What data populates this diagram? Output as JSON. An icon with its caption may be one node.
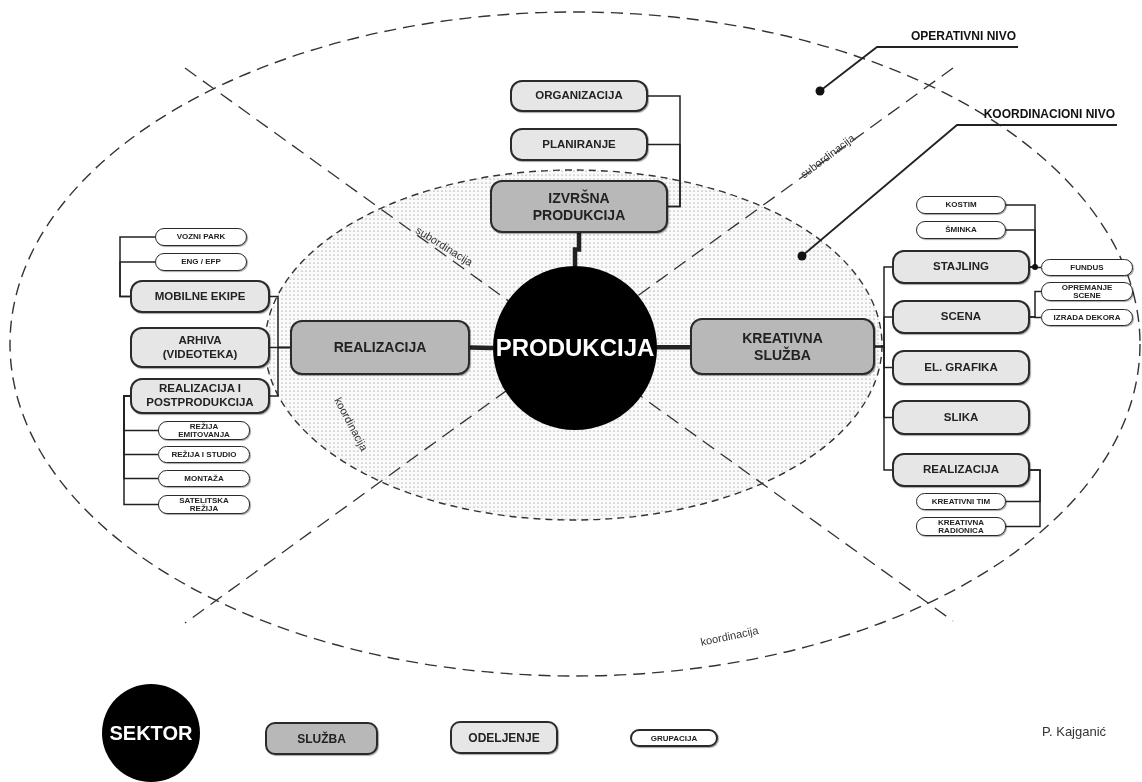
{
  "diagram": {
    "nodes": [
      {
        "text": [],
        "shape": "ellipse"
      },
      {
        "text": [
          "OPERATIVNI NIVO"
        ]
      },
      {
        "text": [
          "KOORDINACIONI NIVO"
        ]
      },
      {
        "text": [],
        "shape": "ellipse",
        "in": 0
      },
      {
        "text": [
          "ORGANIZACIJA"
        ],
        "in": 0
      },
      {
        "text": [
          "PLANIRANJE"
        ],
        "in": 0
      },
      {
        "text": [
          "IZVRŠNA PRODUKCIJA"
        ],
        "in": 3
      },
      {
        "text": [
          "VOZNI PARK"
        ],
        "in": 0
      },
      {
        "text": [
          "ENG / EFP"
        ],
        "in": 0
      },
      {
        "text": [
          "MOBILNE EKIPE"
        ],
        "in": 0
      },
      {
        "text": [
          "ARHIVA (VIDEOTEKA)"
        ],
        "in": 0
      },
      {
        "text": [
          "REALIZACIJA I POSTPRODUKCIJA"
        ],
        "in": 0
      },
      {
        "text": [
          "REŽIJA EMITOVANJA"
        ],
        "in": 0
      },
      {
        "text": [
          "REŽIJA I STUDIO"
        ],
        "in": 0
      },
      {
        "text": [
          "MONTAŽA"
        ],
        "in": 0
      },
      {
        "text": [
          "SATELITSKA REŽIJA"
        ],
        "in": 0
      },
      {
        "text": [
          "REALIZACIJA"
        ],
        "in": 3
      },
      {
        "text": [
          "PRODUKCIJA"
        ],
        "in": 3
      },
      {
        "text": [
          "KREATIVNA SLUŽBA"
        ],
        "in": 3
      },
      {
        "text": [
          "KOSTIM"
        ],
        "in": 0
      },
      {
        "text": [
          "ŠMINKA"
        ],
        "in": 0
      },
      {
        "text": [
          "STAJLING"
        ],
        "in": 0
      },
      {
        "text": [
          "FUNDUS"
        ],
        "in": 0
      },
      {
        "text": [
          "OPREMANJE SCENE"
        ],
        "in": 0
      },
      {
        "text": [
          "SCENA"
        ],
        "in": 0
      },
      {
        "text": [
          "IZRADA DEKORA"
        ],
        "in": 0
      },
      {
        "text": [
          "EL. GRAFIKA"
        ],
        "in": 0
      },
      {
        "text": [
          "SLIKA"
        ],
        "in": 0
      },
      {
        "text": [
          "REALIZACIJA"
        ],
        "in": 0
      },
      {
        "text": [
          "KREATIVNI TIM"
        ],
        "in": 0
      },
      {
        "text": [
          "KREATIVNA RADIONICA"
        ],
        "in": 0
      }
    ],
    "edges": [
      {
        "from": 1,
        "to": 0,
        "arrow": "other"
      },
      {
        "from": 2,
        "to": 3,
        "arrow": "other"
      },
      {
        "from": 4,
        "to": 6,
        "arrow": "none"
      },
      {
        "from": 5,
        "to": 6,
        "arrow": "none"
      },
      {
        "from": 6,
        "to": 17,
        "arrow": "none",
        "style": "thick"
      },
      {
        "from": 16,
        "to": 17,
        "arrow": "none",
        "style": "thick"
      },
      {
        "from": 17,
        "to": 18,
        "arrow": "none",
        "style": "thick"
      },
      {
        "from": 7,
        "to": 9,
        "arrow": "none"
      },
      {
        "from": 8,
        "to": 9,
        "arrow": "none"
      },
      {
        "from": 9,
        "to": 16,
        "arrow": "none"
      },
      {
        "from": 10,
        "to": 16,
        "arrow": "none"
      },
      {
        "from": 11,
        "to": 16,
        "arrow": "none"
      },
      {
        "from": 11,
        "to": 12,
        "arrow": "none"
      },
      {
        "from": 11,
        "to": 13,
        "arrow": "none"
      },
      {
        "from": 11,
        "to": 14,
        "arrow": "none"
      },
      {
        "from": 11,
        "to": 15,
        "arrow": "none"
      },
      {
        "from": 18,
        "to": 21,
        "arrow": "none"
      },
      {
        "from": 18,
        "to": 24,
        "arrow": "none"
      },
      {
        "from": 18,
        "to": 26,
        "arrow": "none"
      },
      {
        "from": 18,
        "to": 27,
        "arrow": "none"
      },
      {
        "from": 18,
        "to": 28,
        "arrow": "none"
      },
      {
        "from": 21,
        "to": 19,
        "arrow": "none"
      },
      {
        "from": 21,
        "to": 20,
        "arrow": "none"
      },
      {
        "from": 21,
        "to": 22,
        "arrow": "none"
      },
      {
        "from": 24,
        "to": 23,
        "arrow": "none"
      },
      {
        "from": 24,
        "to": 25,
        "arrow": "none"
      },
      {
        "from": 28,
        "to": 29,
        "arrow": "none"
      },
      {
        "from": 28,
        "to": 30,
        "arrow": "none"
      }
    ],
    "labels": [
      "subordinacija",
      "subordinacija",
      "koordinacija",
      "koordinacija",
      "P. Kajganić"
    ],
    "legend": [
      {
        "text": "SEKTOR",
        "color": "#000000"
      },
      {
        "text": "SLUŽBA",
        "color": "#b8b8b8"
      },
      {
        "text": "ODELJENJE",
        "color": "#e6e6e6"
      },
      {
        "text": "GRUPACIJA",
        "color": "#ffffff"
      }
    ]
  }
}
